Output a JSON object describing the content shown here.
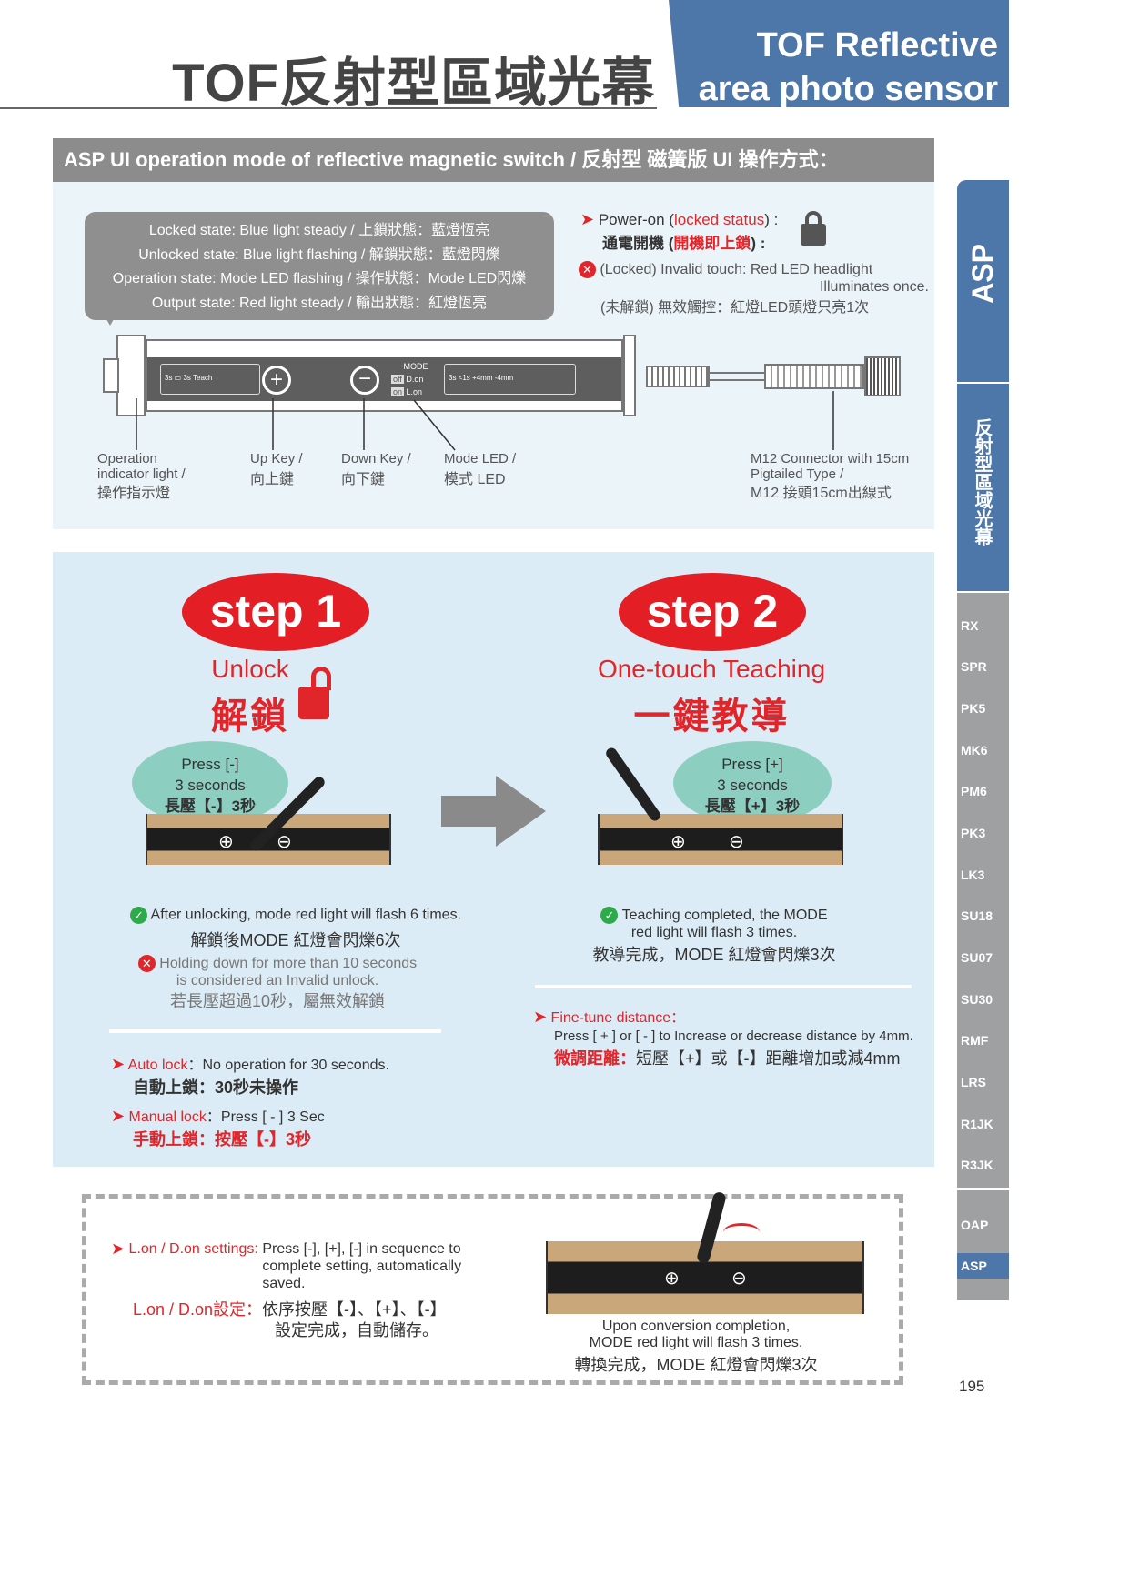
{
  "header": {
    "title_zh": "TOF反射型區域光幕",
    "title_en_1": "TOF Reflective",
    "title_en_2": "area photo sensor"
  },
  "section_title": "ASP UI operation mode of reflective magnetic switch / 反射型 磁簧版 UI 操作方式：",
  "states": [
    "Locked state: Blue light steady / 上鎖狀態：藍燈恆亮",
    "Unlocked state: Blue light flashing / 解鎖狀態：藍燈閃爍",
    "Operation state: Mode LED flashing / 操作狀態：Mode LED閃爍",
    "Output state: Red light steady / 輸出狀態：紅燈恆亮"
  ],
  "power_on": {
    "en_pre": "Power-on (",
    "en_red": "locked status",
    "en_post": ") :",
    "zh_pre": "通電開機 (",
    "zh_red": "開機即上鎖",
    "zh_post": ") :"
  },
  "invalid": {
    "en_1": "(Locked) Invalid touch: Red LED headlight",
    "en_2": "Illuminates once.",
    "zh": "(未解鎖) 無效觸控：紅燈LED頭燈只亮1次"
  },
  "sensor": {
    "mode": "MODE",
    "off": "off",
    "don": "D.on",
    "on": "on",
    "lon": "L.on",
    "teach": "Teach",
    "s3": "3s",
    "lt1s": "<1s",
    "plus4": "+4mm",
    "minus4": "-4mm"
  },
  "labels": [
    {
      "en": "Operation",
      "en2": "indicator light /",
      "zh": "操作指示燈"
    },
    {
      "en": "Up Key /",
      "zh": "向上鍵"
    },
    {
      "en": "Down Key /",
      "zh": "向下鍵"
    },
    {
      "en": "Mode LED /",
      "zh": "模式 LED"
    },
    {
      "en": "M12 Connector with 15cm",
      "en2": "Pigtailed Type /",
      "zh": "M12 接頭15cm出線式"
    }
  ],
  "step1": {
    "badge": "step 1",
    "en": "Unlock",
    "zh": "解鎖",
    "bubble": [
      "Press [-]",
      "3 seconds",
      "長壓【-】3秒"
    ],
    "ok_en": "After unlocking, mode red light will flash 6 times.",
    "ok_zh": "解鎖後MODE 紅燈會閃爍6次",
    "no_en_1": "Holding down for more than 10 seconds",
    "no_en_2": "is considered an Invalid unlock.",
    "no_zh": "若長壓超過10秒，屬無效解鎖",
    "auto_red": "Auto lock",
    "auto_en": "：No operation for 30 seconds.",
    "auto_zh": "自動上鎖：30秒未操作",
    "manual_red": "Manual lock",
    "manual_en": "：Press [ - ] 3 Sec",
    "manual_zh": "手動上鎖：按壓【-】3秒"
  },
  "step2": {
    "badge": "step 2",
    "en": "One-touch Teaching",
    "zh": "一鍵教導",
    "bubble": [
      "Press [+]",
      "3 seconds",
      "長壓【+】3秒"
    ],
    "ok_en_1": "Teaching completed, the MODE",
    "ok_en_2": "red light will flash 3 times.",
    "ok_zh": "教導完成，MODE 紅燈會閃爍3次",
    "fine_red": "Fine-tune distance：",
    "fine_en": "Press [ + ] or [ - ] to Increase or decrease distance by 4mm.",
    "fine_zh_red": "微調距離：",
    "fine_zh": "短壓【+】或【-】距離增加或減4mm"
  },
  "lon": {
    "red": "L.on / D.on settings:",
    "en": "Press [-], [+], [-] in sequence to complete setting, automatically saved.",
    "zh_red": "L.on / D.on設定：",
    "zh": "依序按壓【-】、【+】、【-】",
    "zh2": "設定完成，自動儲存。",
    "conv_en_1": "Upon conversion completion,",
    "conv_en_2": "MODE red light will flash 3 times.",
    "conv_zh": "轉換完成，MODE 紅燈會閃爍3次"
  },
  "sidebar": {
    "main": "ASP",
    "zh": "反射型區域光幕",
    "items": [
      "RX",
      "SPR",
      "PK5",
      "MK6",
      "PM6",
      "PK3",
      "LK3",
      "SU18",
      "SU07",
      "SU30",
      "RMF",
      "LRS",
      "R1JK",
      "R3JK",
      "OAP",
      "ASP"
    ],
    "active": "ASP"
  },
  "page_number": "195"
}
